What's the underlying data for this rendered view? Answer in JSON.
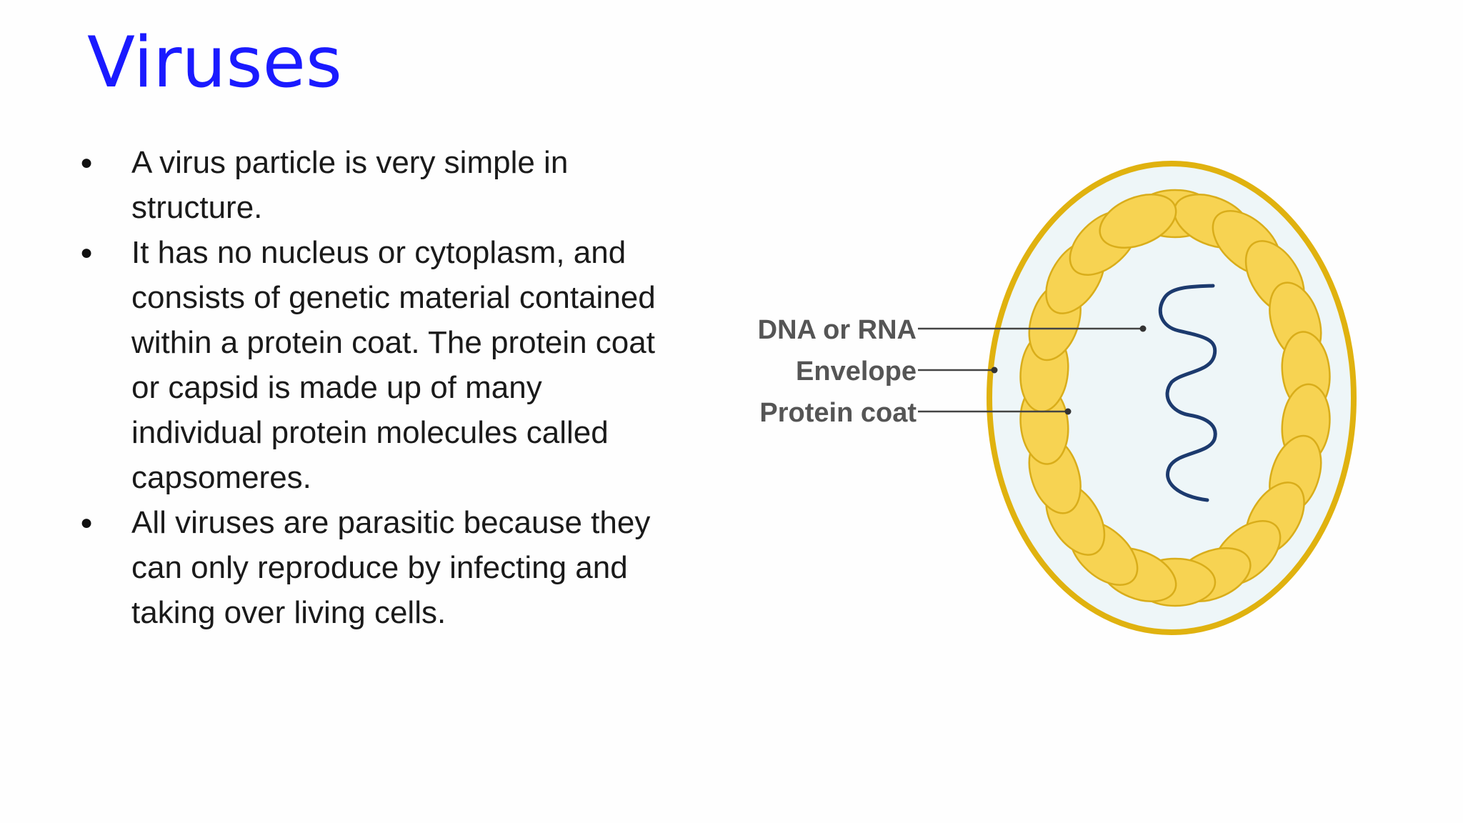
{
  "slide": {
    "title": "Viruses",
    "bullets": [
      {
        "text": "A virus particle is very simple in structure."
      },
      {
        "text": "It has no nucleus or cytoplasm, and consists of genetic material contained within a protein coat. The protein coat or capsid is made up of many individual protein molecules called capsomeres."
      },
      {
        "text": "All viruses are parasitic because they can only reproduce by infecting and taking over living cells."
      }
    ],
    "bullet_symbol": "●"
  },
  "diagram": {
    "labels": {
      "dna_rna": "DNA or RNA",
      "envelope": "Envelope",
      "protein_coat": "Protein coat"
    },
    "colors": {
      "envelope": "#e0b20f",
      "envelope_fill": "#eef6f8",
      "capsomere": "#f7d352",
      "capsomere_stroke": "#d9ad1a",
      "genetic_material": "#1c3a6e",
      "label": "#555555",
      "title": "#1a1aff"
    }
  }
}
